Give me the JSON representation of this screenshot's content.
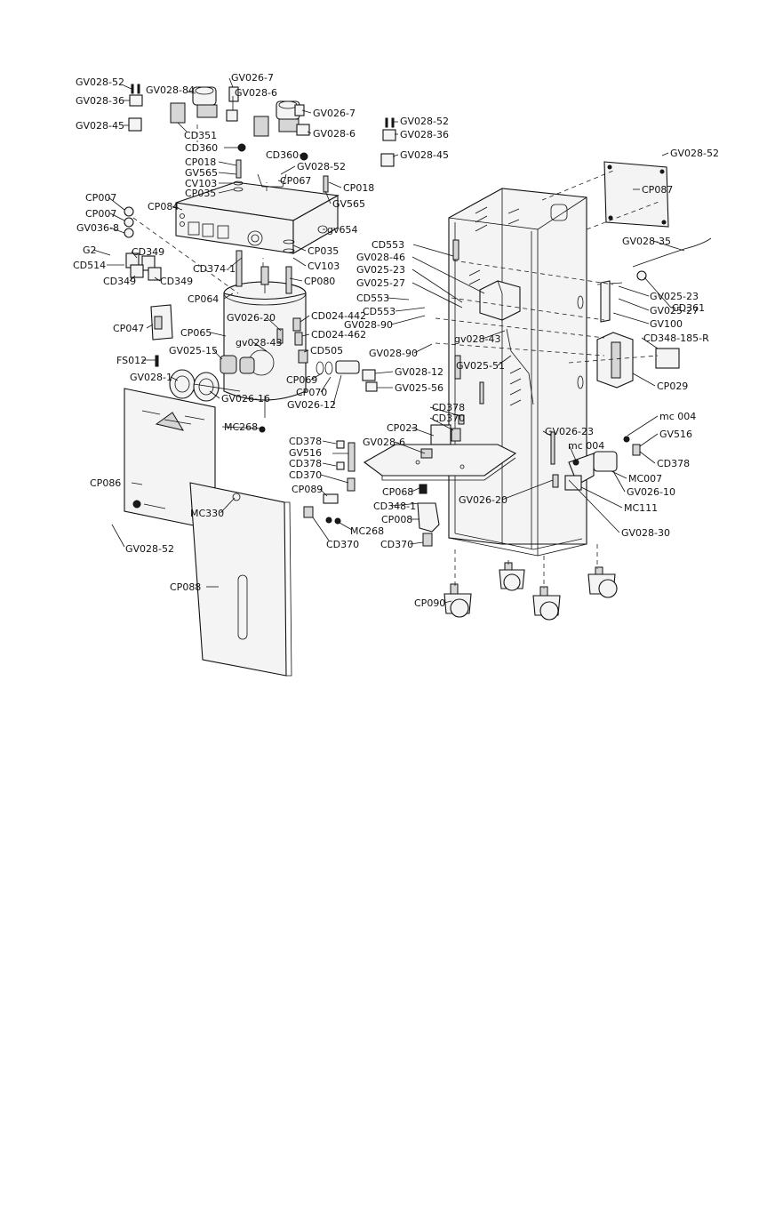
{
  "labels": {
    "gv028_52_tl": "GV028-52",
    "gv028_36_tl": "GV028-36",
    "gv028_45_tl": "GV028-45",
    "gv028_84": "GV028-84",
    "gv026_7_a": "GV026-7",
    "gv028_6_a": "GV028-6",
    "gv026_7_b": "GV026-7",
    "gv028_6_b": "GV028-6",
    "gv028_52_tm": "GV028-52",
    "gv028_36_tm": "GV028-36",
    "gv028_45_tm": "GV028-45",
    "cd351": "CD351",
    "cd360_a": "CD360",
    "cd360_b": "CD360",
    "cp018_a": "CP018",
    "gv565_a": "GV565",
    "cv103_a": "CV103",
    "cp035_a": "CP035",
    "gv028_52_mid": "GV028-52",
    "cp067": "CP067",
    "cp018_b": "CP018",
    "gv565_b": "GV565",
    "gv028_52_tr": "GV028-52",
    "cp087": "CP087",
    "cp007_a": "CP007",
    "cp007_b": "CP007",
    "gv036_8": "GV036-8",
    "cp084": "CP084",
    "gv654": "gv654",
    "cd553_a": "CD553",
    "gv028_46": "GV028-46",
    "gv025_23_a": "GV025-23",
    "gv025_27_a": "GV025-27",
    "cd553_b": "CD553",
    "cd553_c": "CD553",
    "gv028_90_a": "GV028-90",
    "gv028_35": "GV028-35",
    "cd361": "CD361",
    "gv025_23_b": "GV025-23",
    "gv025_27_b": "GV025-27",
    "gv100": "GV100",
    "g2": "G2",
    "cd349_a": "CD349",
    "cd514": "CD514",
    "cd349_b": "CD349",
    "cd349_c": "CD349",
    "cd374_1": "CD374-1",
    "cp035_b": "CP035",
    "cv103_b": "CV103",
    "cp080": "CP080",
    "cp064": "CP064",
    "gv026_20_a": "GV026-20",
    "cd024_442": "CD024-442",
    "cd024_462": "CD024-462",
    "cd505": "CD505",
    "cp047": "CP047",
    "cp065": "CP065",
    "gv028_43_a": "gv028-43",
    "gv025_15": "GV025-15",
    "gv028_43_b": "gv028-43",
    "cd348_185_r": "CD348-185-R",
    "fs012": "FS012",
    "gv028_90_b": "GV028-90",
    "gv025_51": "GV025-51",
    "gv028_1": "GV028-1",
    "cp069": "CP069",
    "cp070": "CP070",
    "gv026_12": "GV026-12",
    "gv028_12": "GV028-12",
    "gv025_56": "GV025-56",
    "cp029": "CP029",
    "gv026_16": "GV026-16",
    "cd378_a": "CD378",
    "cd370_a": "CD370",
    "cp023": "CP023",
    "mc004_a": "mc 004",
    "gv516_a": "GV516",
    "mc268_a": "MC268",
    "cd378_b": "CD378",
    "gv028_6_c": "GV028-6",
    "gv026_23": "GV026-23",
    "mc004_b": "mc 004",
    "gv516_b": "GV516",
    "cd378_c": "CD378",
    "cd378_d": "CD378",
    "mc007": "MC007",
    "cp086": "CP086",
    "cd370_b": "CD370",
    "cp089": "CP089",
    "cp068": "CP068",
    "gv026_20_b": "GV026-20",
    "gv026_10": "GV026-10",
    "cd348_1": "CD348-1",
    "mc111": "MC111",
    "mc330": "MC330",
    "cp008": "CP008",
    "mc268_b": "MC268",
    "gv028_30": "GV028-30",
    "cd370_c": "CD370",
    "cd370_d": "CD370",
    "gv028_52_bl": "GV028-52",
    "cp088": "CP088",
    "cp090": "CP090"
  }
}
